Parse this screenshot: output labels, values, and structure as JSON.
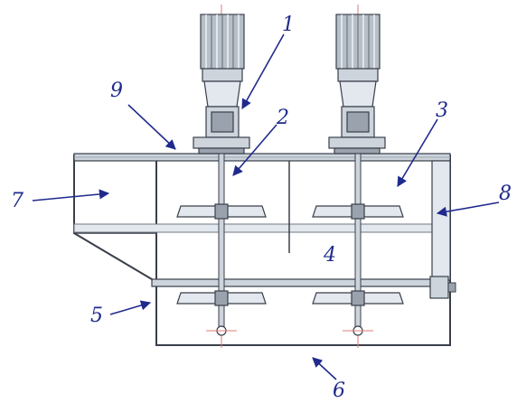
{
  "colors": {
    "callout": "#1f2a8c",
    "outline": "#3a3f4a",
    "steel": "#9aa3ad",
    "light_steel": "#cdd4dc",
    "centerline": "#e07a7a"
  },
  "callouts": [
    {
      "id": "1",
      "label": "1"
    },
    {
      "id": "2",
      "label": "2"
    },
    {
      "id": "3",
      "label": "3"
    },
    {
      "id": "4",
      "label": "4"
    },
    {
      "id": "5",
      "label": "5"
    },
    {
      "id": "6",
      "label": "6"
    },
    {
      "id": "7",
      "label": "7"
    },
    {
      "id": "8",
      "label": "8"
    },
    {
      "id": "9",
      "label": "9"
    }
  ],
  "icons": {
    "motor": "electric-motor-icon",
    "impeller": "paddle-impeller-icon"
  }
}
